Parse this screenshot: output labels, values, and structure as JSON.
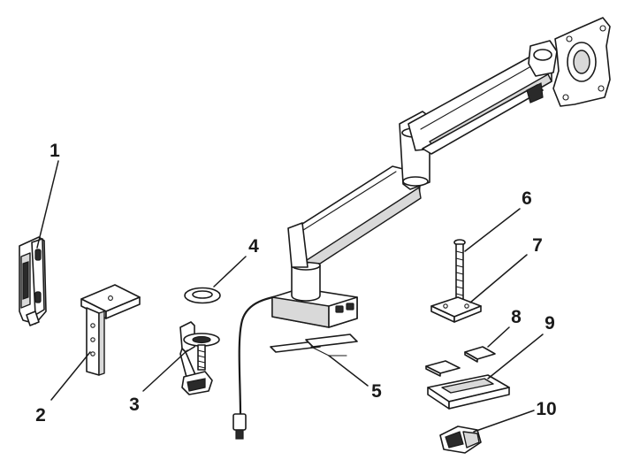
{
  "callouts": [
    {
      "id": "1",
      "label": "1"
    },
    {
      "id": "2",
      "label": "2"
    },
    {
      "id": "3",
      "label": "3"
    },
    {
      "id": "4",
      "label": "4"
    },
    {
      "id": "5",
      "label": "5"
    },
    {
      "id": "6",
      "label": "6"
    },
    {
      "id": "7",
      "label": "7"
    },
    {
      "id": "8",
      "label": "8"
    },
    {
      "id": "9",
      "label": "9"
    },
    {
      "id": "10",
      "label": "10"
    }
  ],
  "colors": {
    "line": "#1a1a1a",
    "shade": "#d9d9d9",
    "background": "#ffffff"
  }
}
